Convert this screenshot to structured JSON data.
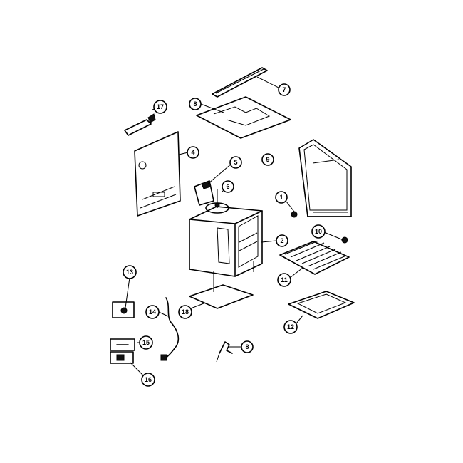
{
  "callouts": [
    "1",
    "2",
    "4",
    "5",
    "6",
    "7",
    "8",
    "9",
    "10",
    "11",
    "12",
    "13",
    "14",
    "15",
    "16",
    "17",
    "18",
    "8"
  ],
  "colors": {
    "ink": "#000000",
    "paper": "#ffffff"
  }
}
